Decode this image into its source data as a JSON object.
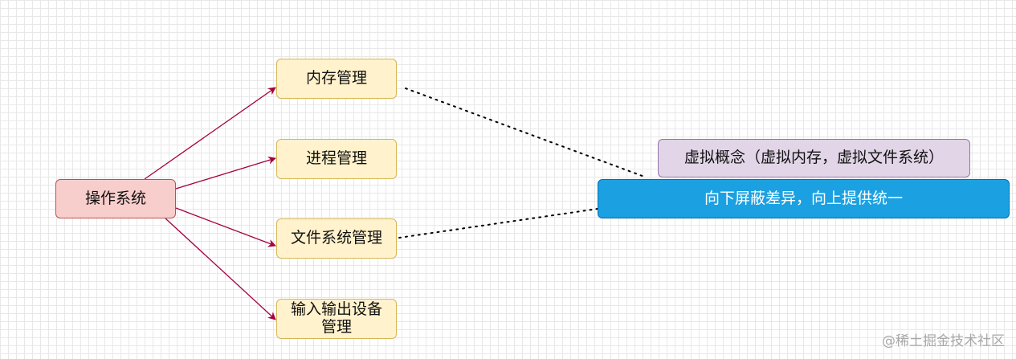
{
  "colors": {
    "root_fill": "#f8cecc",
    "root_stroke": "#b85450",
    "leaf_fill": "#fff2cc",
    "leaf_stroke": "#d6b656",
    "virtual_fill": "#e1d5e7",
    "virtual_stroke": "#9673a6",
    "shield_fill": "#1ba1e2",
    "shield_stroke": "#006eaf",
    "arrow": "#a50040"
  },
  "nodes": {
    "os": "操作系统",
    "memory": "内存管理",
    "process": "进程管理",
    "filesystem": "文件系统管理",
    "io_line1": "输入输出设备",
    "io_line2": "管理",
    "virtual": "虚拟概念（虚拟内存，虚拟文件系统）",
    "shield": "向下屏蔽差异，向上提供统一"
  },
  "watermark": "@稀土掘金技术社区"
}
